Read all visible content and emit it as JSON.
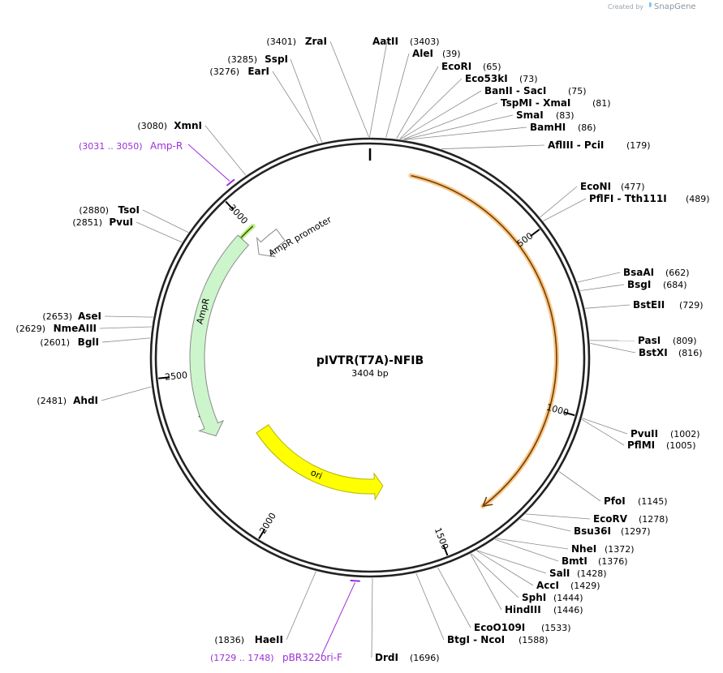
{
  "plasmid": {
    "name": "pIVTR(T7A)-NFIB",
    "length": 3404,
    "length_label": "3404 bp"
  },
  "watermark": {
    "prefix": "Created by",
    "brand": "SnapGene"
  },
  "ticks": [
    500,
    1000,
    1500,
    2000,
    2500,
    3000
  ],
  "features": [
    {
      "name": "AmpR",
      "start": 2298,
      "end": 2958,
      "direction": "reverse",
      "color": "#ccf5cc",
      "stroke": "#8a8a8a",
      "label_at": 2700
    },
    {
      "name": "AmpR promoter",
      "start": 2959,
      "end": 3063,
      "direction": "reverse",
      "color": "#ffffff",
      "stroke": "#8a8a8a",
      "label_at": 3120
    },
    {
      "name": "ori",
      "start": 1648,
      "end": 2236,
      "direction": "reverse",
      "color": "#ffff00",
      "stroke": "#b5b500",
      "label_at": 1935
    }
  ],
  "sequences": [
    {
      "start": 2350,
      "end": 3010,
      "direction": "reverse",
      "color": "#2e6b00",
      "glow": "#c4ef8a",
      "r": 217
    },
    {
      "start": 120,
      "end": 1350,
      "direction": "forward",
      "color": "#7a3b00",
      "glow": "#f5c98a",
      "r": 230
    }
  ],
  "primers": [
    {
      "name": "Amp-R",
      "range": "(3031 .. 3050)",
      "pos": 3040
    },
    {
      "name": "pBR322ori-F",
      "range": "(1729 .. 1748)",
      "pos": 1738
    }
  ],
  "sites": [
    {
      "name": "ZraI",
      "pos": 3401
    },
    {
      "name": "AatII",
      "pos": 3403
    },
    {
      "name": "SspI",
      "pos": 3285
    },
    {
      "name": "EarI",
      "pos": 3276
    },
    {
      "name": "AleI",
      "pos": 39
    },
    {
      "name": "EcoRI",
      "pos": 65
    },
    {
      "name": "Eco53kI",
      "pos": 73
    },
    {
      "name": "BanII - SacI",
      "pos": 75
    },
    {
      "name": "TspMI - XmaI",
      "pos": 81
    },
    {
      "name": "SmaI",
      "pos": 83
    },
    {
      "name": "BamHI",
      "pos": 86
    },
    {
      "name": "XmnI",
      "pos": 3080
    },
    {
      "name": "AflIII - PciI",
      "pos": 179
    },
    {
      "name": "EcoNI",
      "pos": 477
    },
    {
      "name": "PflFI - Tth111I",
      "pos": 489
    },
    {
      "name": "TsoI",
      "pos": 2880
    },
    {
      "name": "PvuI",
      "pos": 2851
    },
    {
      "name": "BsaAI",
      "pos": 662
    },
    {
      "name": "BsgI",
      "pos": 684
    },
    {
      "name": "BstEII",
      "pos": 729
    },
    {
      "name": "AseI",
      "pos": 2653
    },
    {
      "name": "NmeAIII",
      "pos": 2629
    },
    {
      "name": "BglI",
      "pos": 2601
    },
    {
      "name": "PasI",
      "pos": 809
    },
    {
      "name": "BstXI",
      "pos": 816
    },
    {
      "name": "AhdI",
      "pos": 2481
    },
    {
      "name": "PvuII",
      "pos": 1002
    },
    {
      "name": "PflMI",
      "pos": 1005
    },
    {
      "name": "PfoI",
      "pos": 1145
    },
    {
      "name": "EcoRV",
      "pos": 1278
    },
    {
      "name": "Bsu36I",
      "pos": 1297
    },
    {
      "name": "NheI",
      "pos": 1372
    },
    {
      "name": "BmtI",
      "pos": 1376
    },
    {
      "name": "SalI",
      "pos": 1428
    },
    {
      "name": "AccI",
      "pos": 1429
    },
    {
      "name": "SphI",
      "pos": 1444
    },
    {
      "name": "HindIII",
      "pos": 1446
    },
    {
      "name": "EcoO109I",
      "pos": 1533
    },
    {
      "name": "BtgI - NcoI",
      "pos": 1588
    },
    {
      "name": "HaeII",
      "pos": 1836
    },
    {
      "name": "DrdI",
      "pos": 1696
    }
  ]
}
